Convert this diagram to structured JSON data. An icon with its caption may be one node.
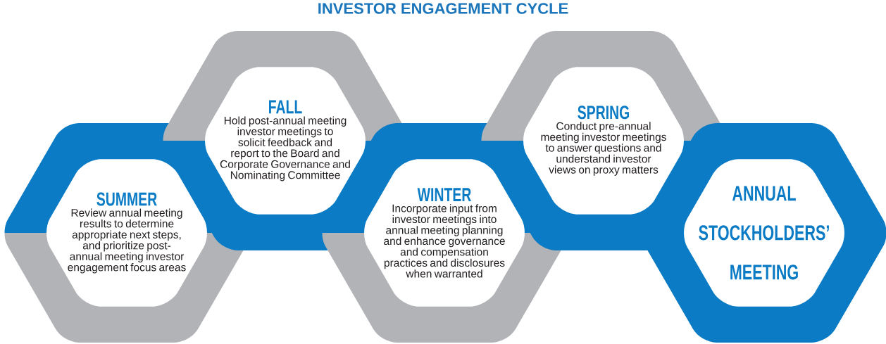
{
  "diagram": {
    "title": "INVESTOR ENGAGEMENT CYCLE",
    "nodes": [
      {
        "text": [
          "SUMMER",
          "Review annual meeting results to determine appropriate next steps, and prioritize post-annual meeting investor engagement focus areas"
        ]
      },
      {
        "text": [
          "FALL",
          "Hold post-annual meeting investor meetings to solicit feedback and report to the Board and Corporate Governance and Nominating Committee"
        ]
      },
      {
        "text": [
          "WINTER",
          "Incorporate input from investor meetings into annual meeting planning and enhance governance and compensation practices and disclosures when warranted"
        ]
      },
      {
        "text": [
          "SPRING",
          "Conduct pre-annual meeting investor meetings to answer questions and understand investor views on proxy matters"
        ]
      },
      {
        "text": [
          "ANNUAL STOCKHOLDERS’ MEETING"
        ]
      }
    ],
    "edges": []
  }
}
